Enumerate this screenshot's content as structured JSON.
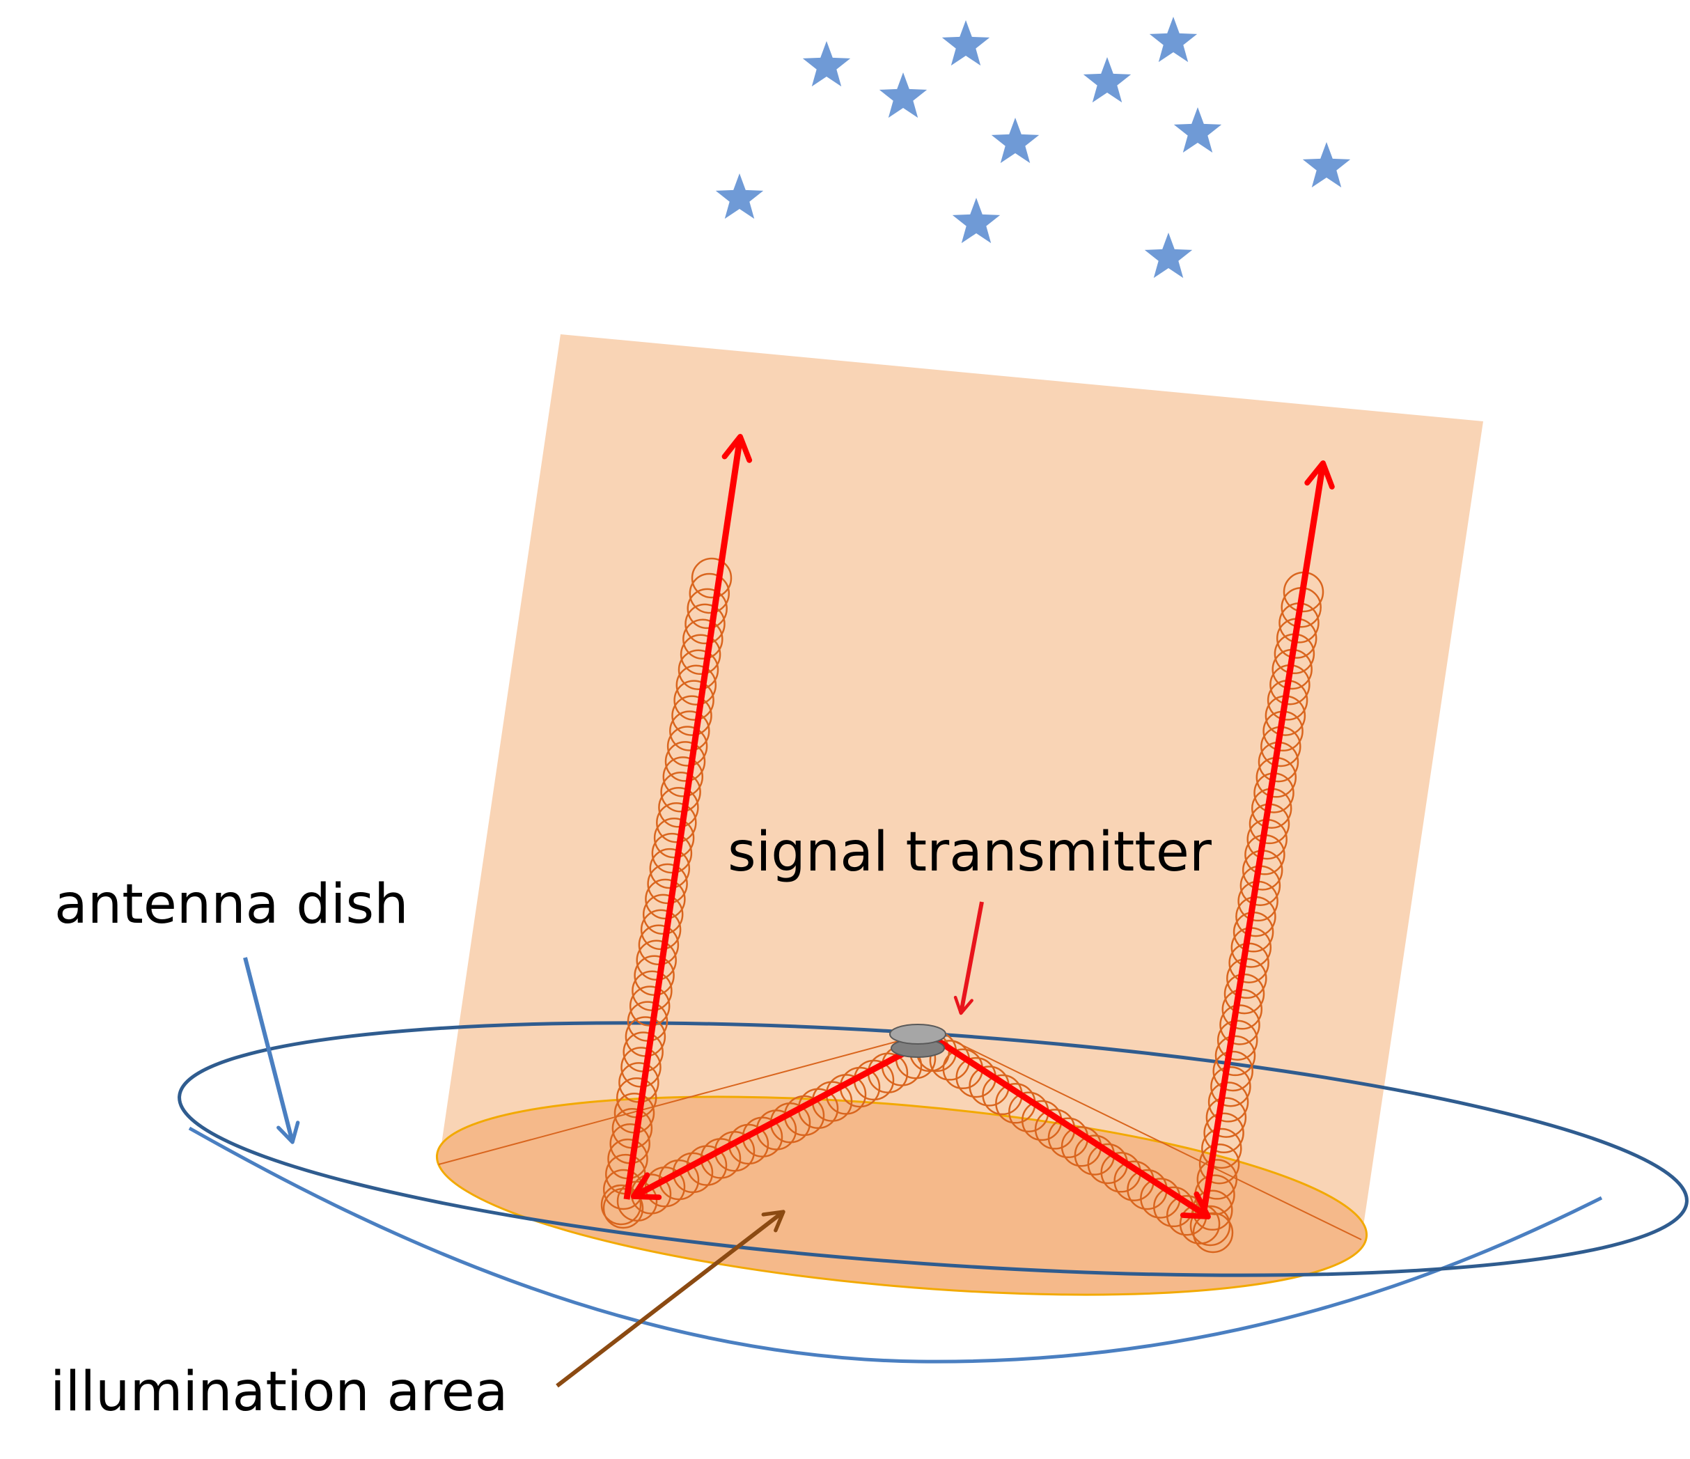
{
  "labels": {
    "antenna_dish": "antenna dish",
    "signal_transmitter": "signal transmitter",
    "illumination_area": "illumination area"
  },
  "colors": {
    "background": "#ffffff",
    "beam_fill": "#f9d2b1",
    "illumination_fill": "#f5b98a",
    "illumination_edge": "#f2a900",
    "dish_rim": "#2f5c8f",
    "dish_bowl": "#4a7fc1",
    "signal_arrow": "#ff0000",
    "helix": "#d9651e",
    "star": "#6f9ad6",
    "transmitter": "#7f7f7f",
    "label_arrow_dish": "#4a7fc1",
    "label_arrow_transmitter": "#e8141c",
    "label_arrow_illumination": "#8b4a12"
  },
  "icons": [
    "star-icon",
    "transmitter-icon"
  ]
}
